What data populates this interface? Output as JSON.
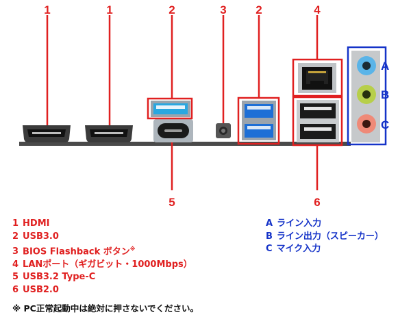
{
  "callouts_top": [
    "1",
    "1",
    "2",
    "3",
    "2",
    "4"
  ],
  "callouts_bottom": [
    "5",
    "6"
  ],
  "audio_labels": [
    "A",
    "B",
    "C"
  ],
  "legend_left": [
    {
      "num": "1",
      "text": "HDMI"
    },
    {
      "num": "2",
      "text": "USB3.0"
    },
    {
      "num": "3",
      "text": "BIOS Flashback ボタン",
      "mark": "※"
    },
    {
      "num": "4",
      "text": "LANポート（ギガビット・1000Mbps）"
    },
    {
      "num": "5",
      "text": "USB3.2 Type-C"
    },
    {
      "num": "6",
      "text": "USB2.0"
    }
  ],
  "legend_right": [
    {
      "num": "A",
      "text": "ライン入力"
    },
    {
      "num": "B",
      "text": "ライン出力（スピーカー）"
    },
    {
      "num": "C",
      "text": "マイク入力"
    }
  ],
  "note": "※ PC正常起動中は絶対に押さないでください。",
  "colors": {
    "callout_red": "#e02020",
    "callout_blue": "#1533c8",
    "usb3_blue": "#1d6fd6",
    "usbc_cyan": "#2aa7e0",
    "audio_a": "#5ab4e8",
    "audio_b": "#b7cf4a",
    "audio_c": "#ef8a78"
  }
}
